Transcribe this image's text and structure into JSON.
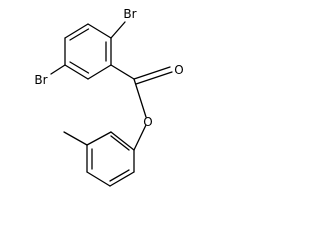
{
  "molecule": {
    "atom_labels": {
      "br_top": "Br",
      "br_left": "Br",
      "o_carbonyl": "O",
      "o_ester": "O"
    },
    "colors": {
      "bond": "#000000",
      "label": "#000000",
      "background": "#ffffff"
    }
  }
}
